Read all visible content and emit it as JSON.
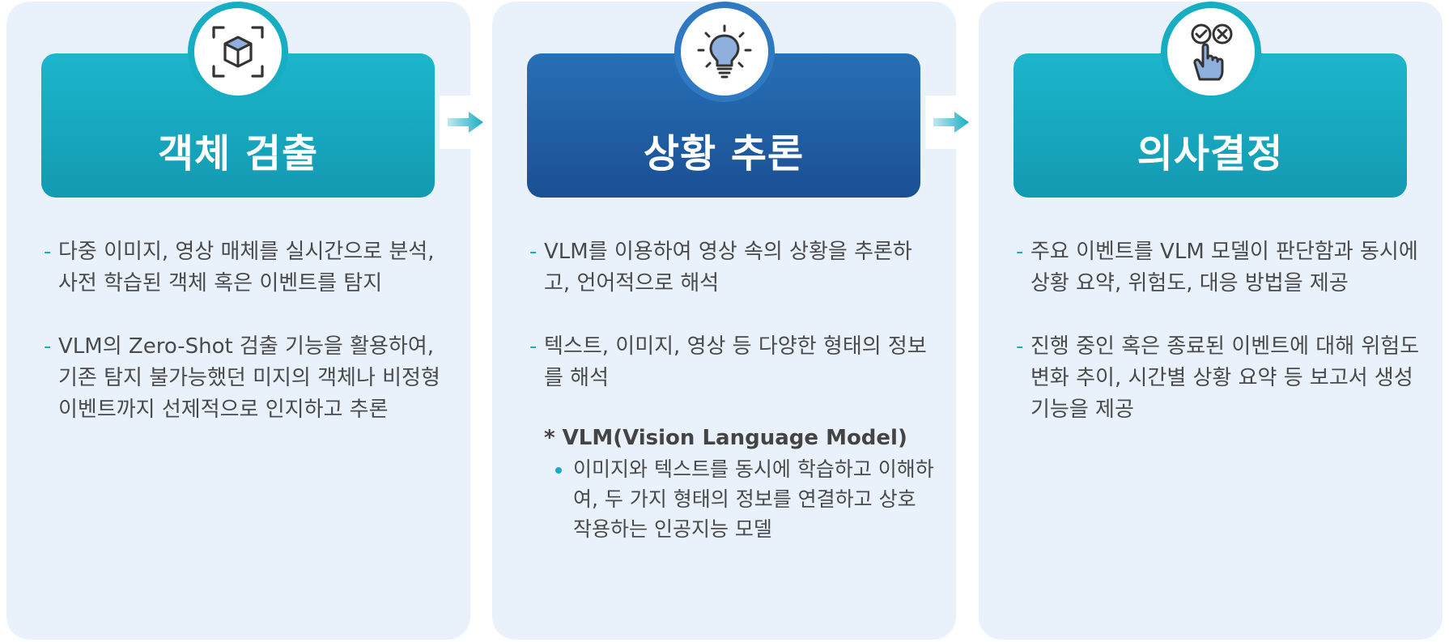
{
  "steps": [
    {
      "title": "객체 검출",
      "icon": "cube-scan-icon",
      "bullets": [
        "다중 이미지, 영상 매체를 실시간으로 분석, 사전 학습된 객체 혹은 이벤트를 탐지",
        "VLM의 Zero-Shot 검출 기능을 활용하여, 기존 탐지 불가능했던 미지의 객체나 비정형 이벤트까지 선제적으로 인지하고 추론"
      ]
    },
    {
      "title": "상황 추론",
      "icon": "lightbulb-icon",
      "bullets": [
        "VLM를 이용하여 영상 속의 상황을 추론하고, 언어적으로 해석",
        "텍스트, 이미지, 영상 등 다양한 형태의 정보를 해석"
      ],
      "note": {
        "title": "* VLM(Vision Language Model)",
        "text": "이미지와 텍스트를 동시에 학습하고 이해하여, 두 가지 형태의 정보를 연결하고 상호작용하는 인공지능 모델"
      }
    },
    {
      "title": "의사결정",
      "icon": "check-cross-hand-icon",
      "bullets": [
        "주요 이벤트를 VLM 모델이 판단함과 동시에 상황 요약, 위험도, 대응 방법을 제공",
        "진행 중인 혹은 종료된 이벤트에 대해 위험도 변화 추이, 시간별 상황 요약 등 보고서 생성 기능을 제공"
      ]
    }
  ],
  "bullet_marker": "-",
  "colors": {
    "teal": "#17aec4",
    "blue": "#1f5fa6",
    "card_bg": "#e9f2fb",
    "text": "#4a4a4a"
  }
}
